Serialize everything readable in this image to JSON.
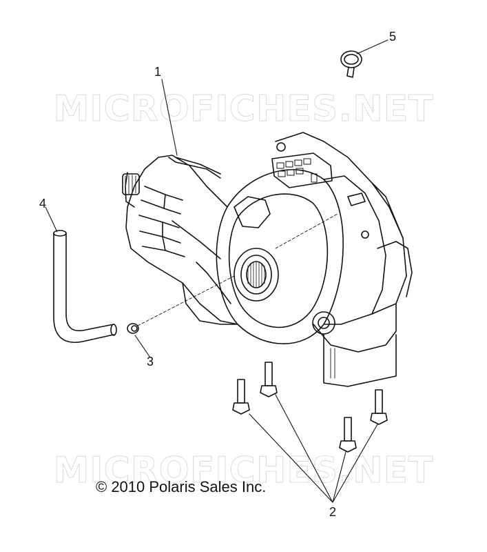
{
  "watermark": {
    "text": "MICROFICHES.NET"
  },
  "copyright": "© 2010 Polaris Sales Inc.",
  "callouts": [
    {
      "id": "1",
      "label": "1"
    },
    {
      "id": "2",
      "label": "2"
    },
    {
      "id": "3",
      "label": "3"
    },
    {
      "id": "4",
      "label": "4"
    },
    {
      "id": "5",
      "label": "5"
    }
  ],
  "colors": {
    "line": "#111111",
    "watermark_outline": "#d6d6d6"
  }
}
